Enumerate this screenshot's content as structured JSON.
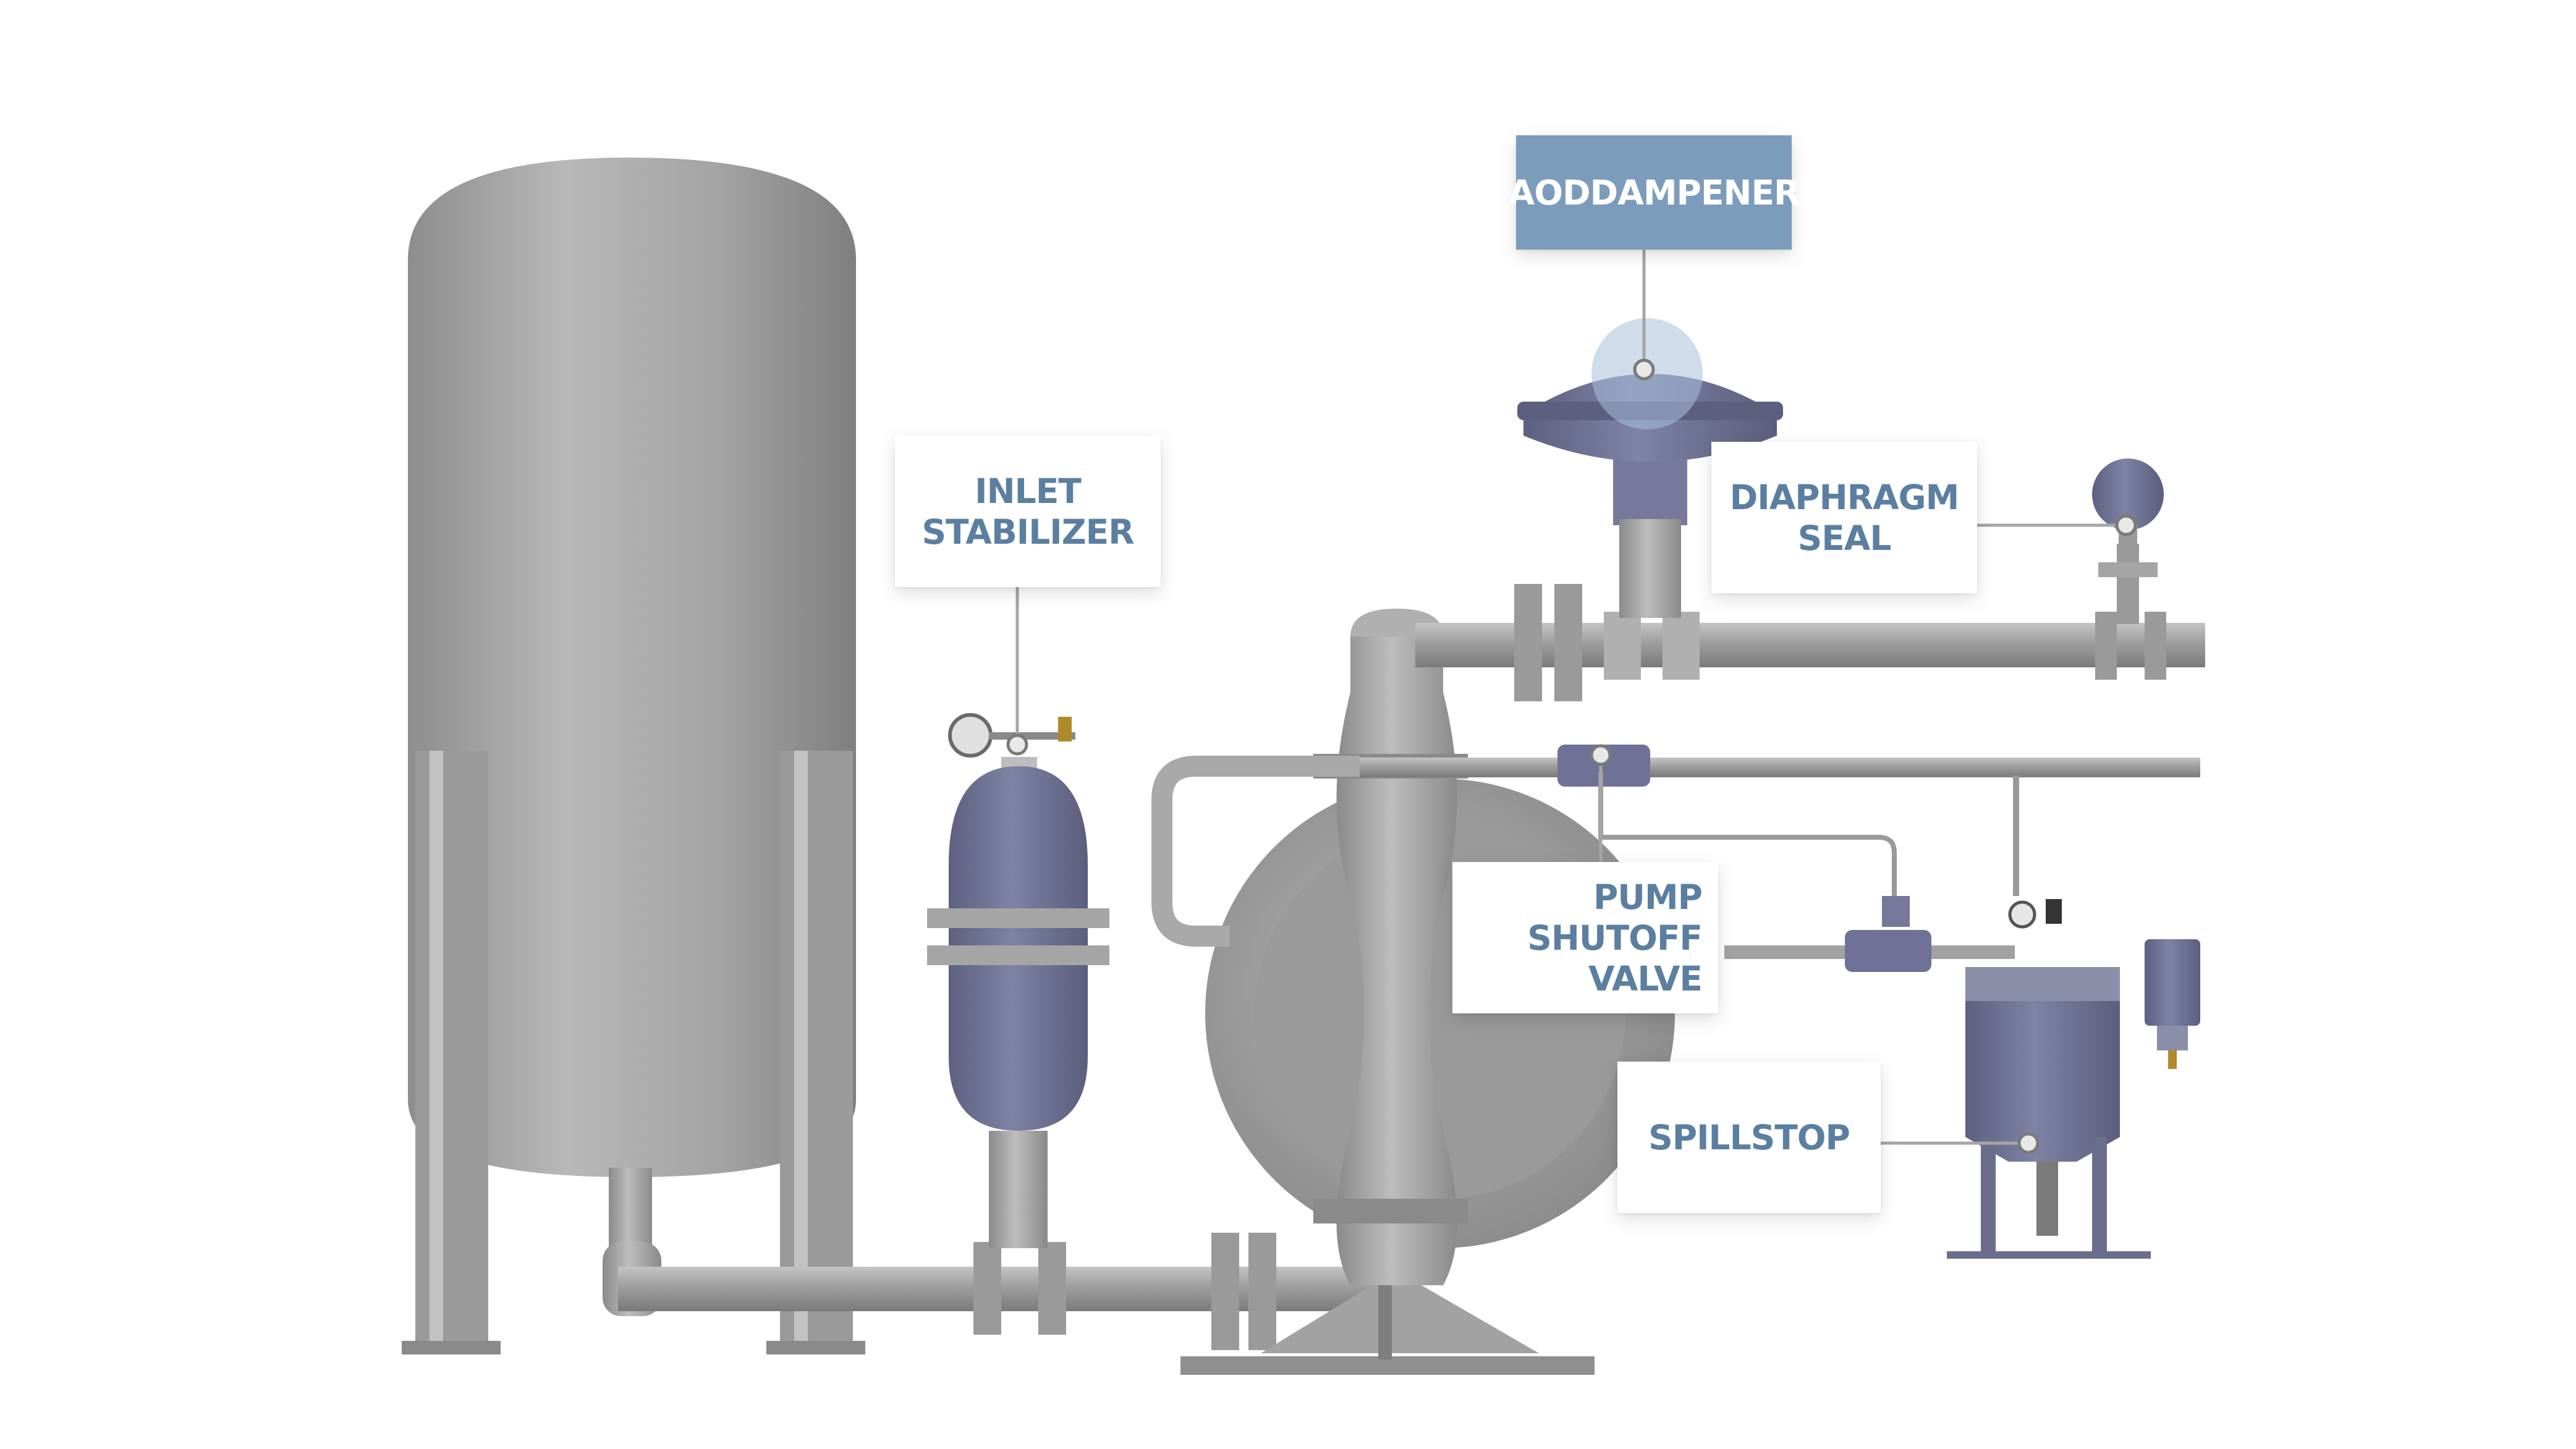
{
  "colors": {
    "label_text": "#5b7fa1",
    "label_box_dark": "#7c9cbb",
    "steel": "#a6a6a6",
    "steel_dark": "#7e7e7e",
    "purple_component": "#6f7296",
    "marker": "#e8e8e8"
  },
  "labels": {
    "aoddampener": {
      "text": "AODDAMPENER"
    },
    "inlet_stabilizer": {
      "line1": "INLET",
      "line2": "STABILIZER"
    },
    "diaphragm_seal": {
      "line1": "DIAPHRAGM",
      "line2": "SEAL"
    },
    "pump_shutoff_valve": {
      "line1": "PUMP",
      "line2": "SHUTOFF",
      "line3": "VALVE"
    },
    "spillstop": {
      "text": "SPILLSTOP"
    }
  }
}
